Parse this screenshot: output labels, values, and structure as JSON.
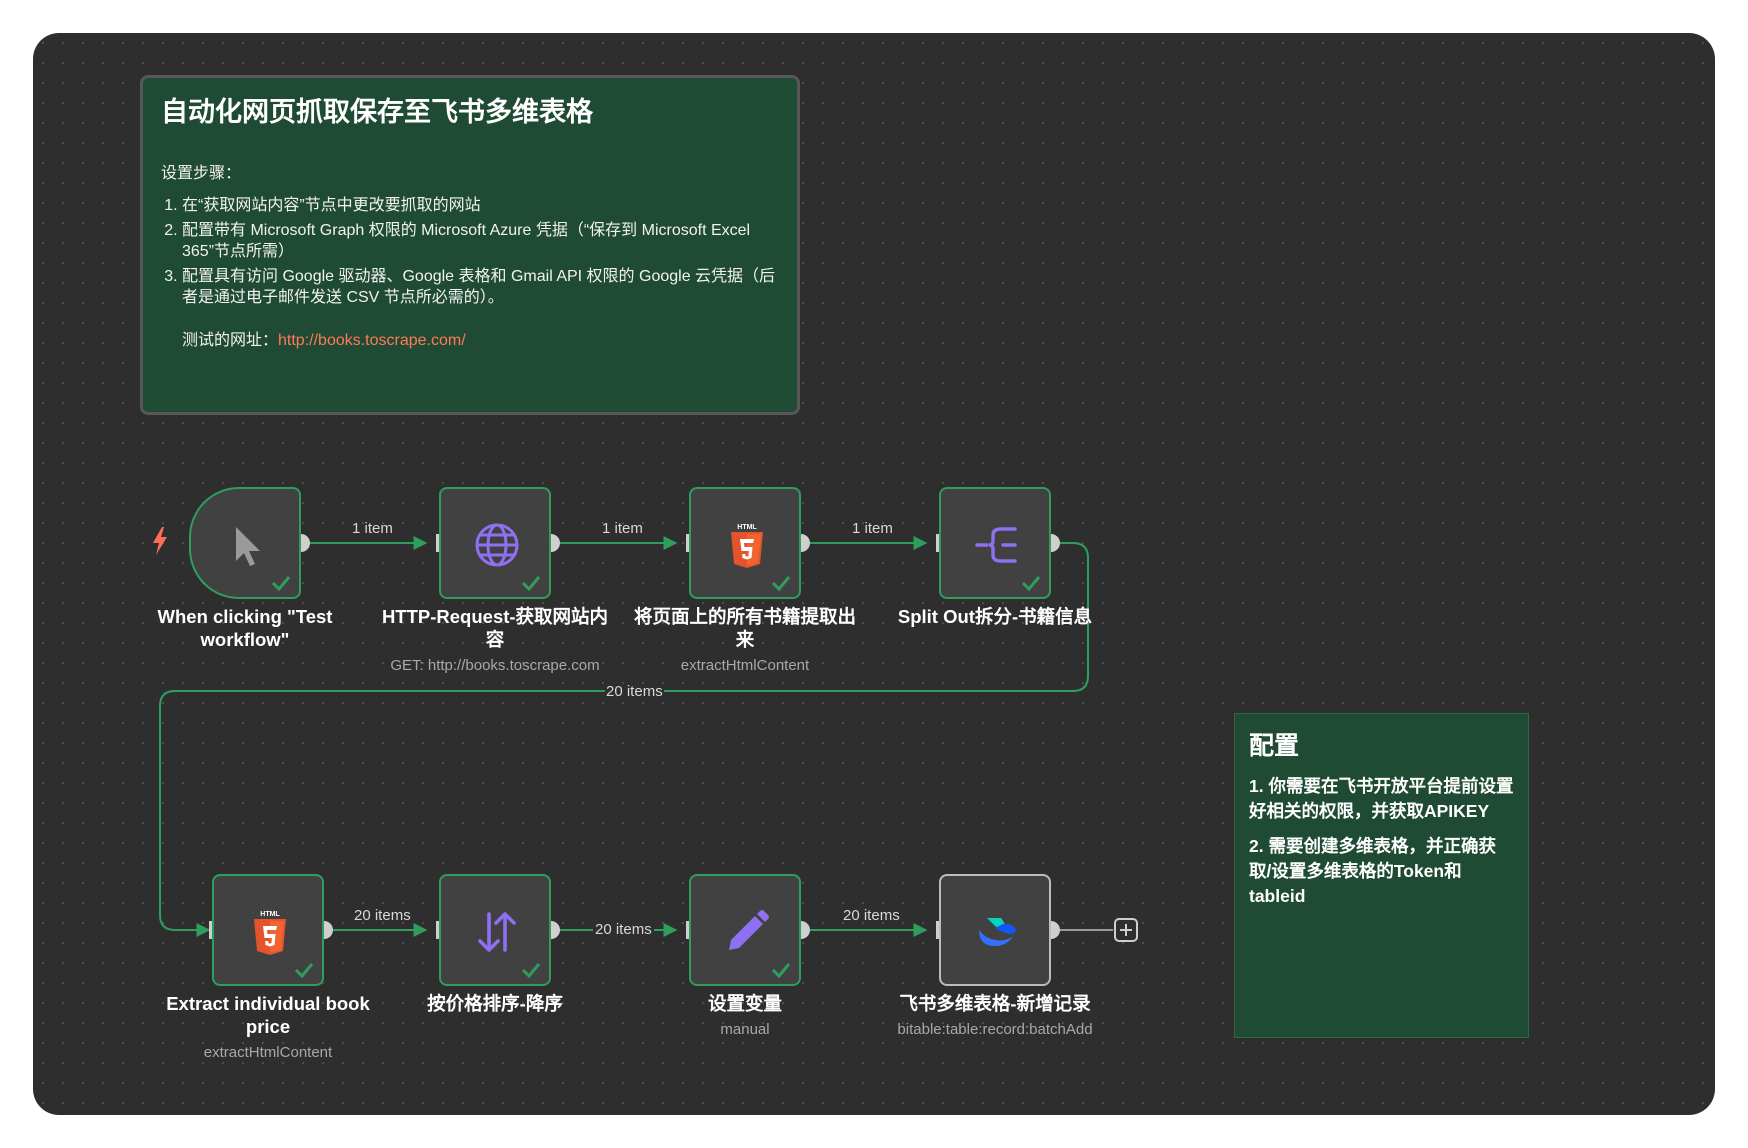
{
  "sticky_main": {
    "title": "自动化网页抓取保存至飞书多维表格",
    "steps_label": "设置步骤：",
    "steps": [
      "在“获取网站内容”节点中更改要抓取的网站",
      "配置带有 Microsoft Graph 权限的 Microsoft Azure 凭据（“保存到 Microsoft Excel 365”节点所需）",
      "配置具有访问 Google 驱动器、Google 表格和 Gmail API 权限的 Google 云凭据（后者是通过电子邮件发送 CSV 节点所必需的）。"
    ],
    "test_url_label": "测试的网址：",
    "test_url": "http://books.toscrape.com/"
  },
  "sticky_config": {
    "title": "配置",
    "items": [
      "1. 你需要在飞书开放平台提前设置好相关的权限，并获取APIKEY",
      "2. 需要创建多维表格，并正确获取/设置多维表格的Token和tableid"
    ]
  },
  "nodes": [
    {
      "name": "When clicking \"Test workflow\"",
      "subtitle": "",
      "icon": "cursor-icon"
    },
    {
      "name": "HTTP-Request-获取网站内容",
      "subtitle": "GET: http://books.toscrape.com",
      "icon": "globe-icon"
    },
    {
      "name": "将页面上的所有书籍提取出来",
      "subtitle": "extractHtmlContent",
      "icon": "html5-icon"
    },
    {
      "name": "Split Out拆分-书籍信息",
      "subtitle": "",
      "icon": "split-out-icon"
    },
    {
      "name": "Extract individual book price",
      "subtitle": "extractHtmlContent",
      "icon": "html5-icon"
    },
    {
      "name": "按价格排序-降序",
      "subtitle": "",
      "icon": "sort-icon"
    },
    {
      "name": "设置变量",
      "subtitle": "manual",
      "icon": "pencil-icon"
    },
    {
      "name": "飞书多维表格-新增记录",
      "subtitle": "bitable:table:record:batchAdd",
      "icon": "feishu-bitable-icon"
    }
  ],
  "connections": [
    {
      "from": 0,
      "to": 1,
      "label": "1 item"
    },
    {
      "from": 1,
      "to": 2,
      "label": "1 item"
    },
    {
      "from": 2,
      "to": 3,
      "label": "1 item"
    },
    {
      "from": 3,
      "to": 4,
      "label": "20 items"
    },
    {
      "from": 4,
      "to": 5,
      "label": "20 items"
    },
    {
      "from": 5,
      "to": 6,
      "label": "20 items"
    },
    {
      "from": 6,
      "to": 7,
      "label": "20 items"
    }
  ],
  "colors": {
    "canvas": "#2e2e2e",
    "sticky_green": "#1f4a33",
    "wire_success": "#2f9e5c",
    "node_fill": "#414141",
    "icon_purple": "#8f6ff2",
    "html5_orange": "#e5532d",
    "link_orange": "#ff7a59",
    "trigger_bolt": "#ff6d5a"
  }
}
